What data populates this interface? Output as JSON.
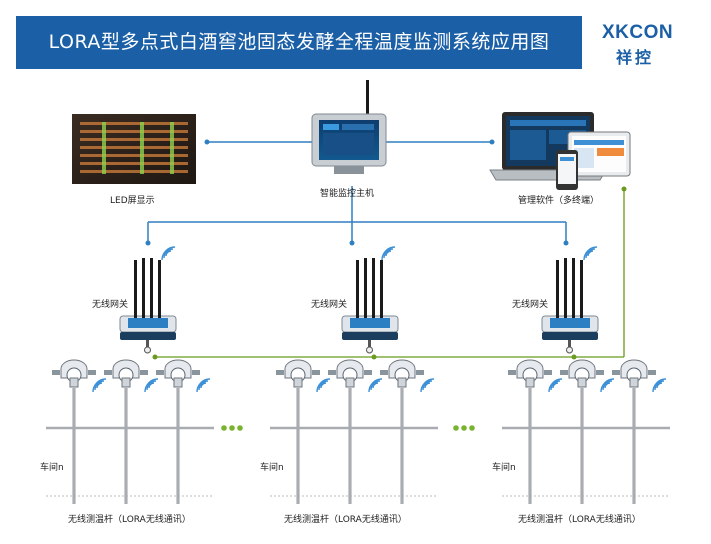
{
  "header": {
    "title": "LORA型多点式白酒窖池固态发酵全程温度监测系统应用图"
  },
  "logo": {
    "brand_en": "XKCON",
    "brand_cn": "祥控"
  },
  "nodes": {
    "led_display": "LED屏显示",
    "host": "智能监控主机",
    "software": "管理软件（多终端）",
    "gateway": "无线网关",
    "workshop": "车间n",
    "sensor_rod": "无线测温杆（LORA无线通讯）"
  },
  "colors": {
    "brand": "#1b5fa6",
    "backbone_line": "#2f7fc1",
    "radio_line": "#6a9a1f",
    "ellipsis": "#7ab32e"
  },
  "icons": [
    "signal-wave-icon",
    "sensor-probe-icon",
    "antenna-icon"
  ]
}
